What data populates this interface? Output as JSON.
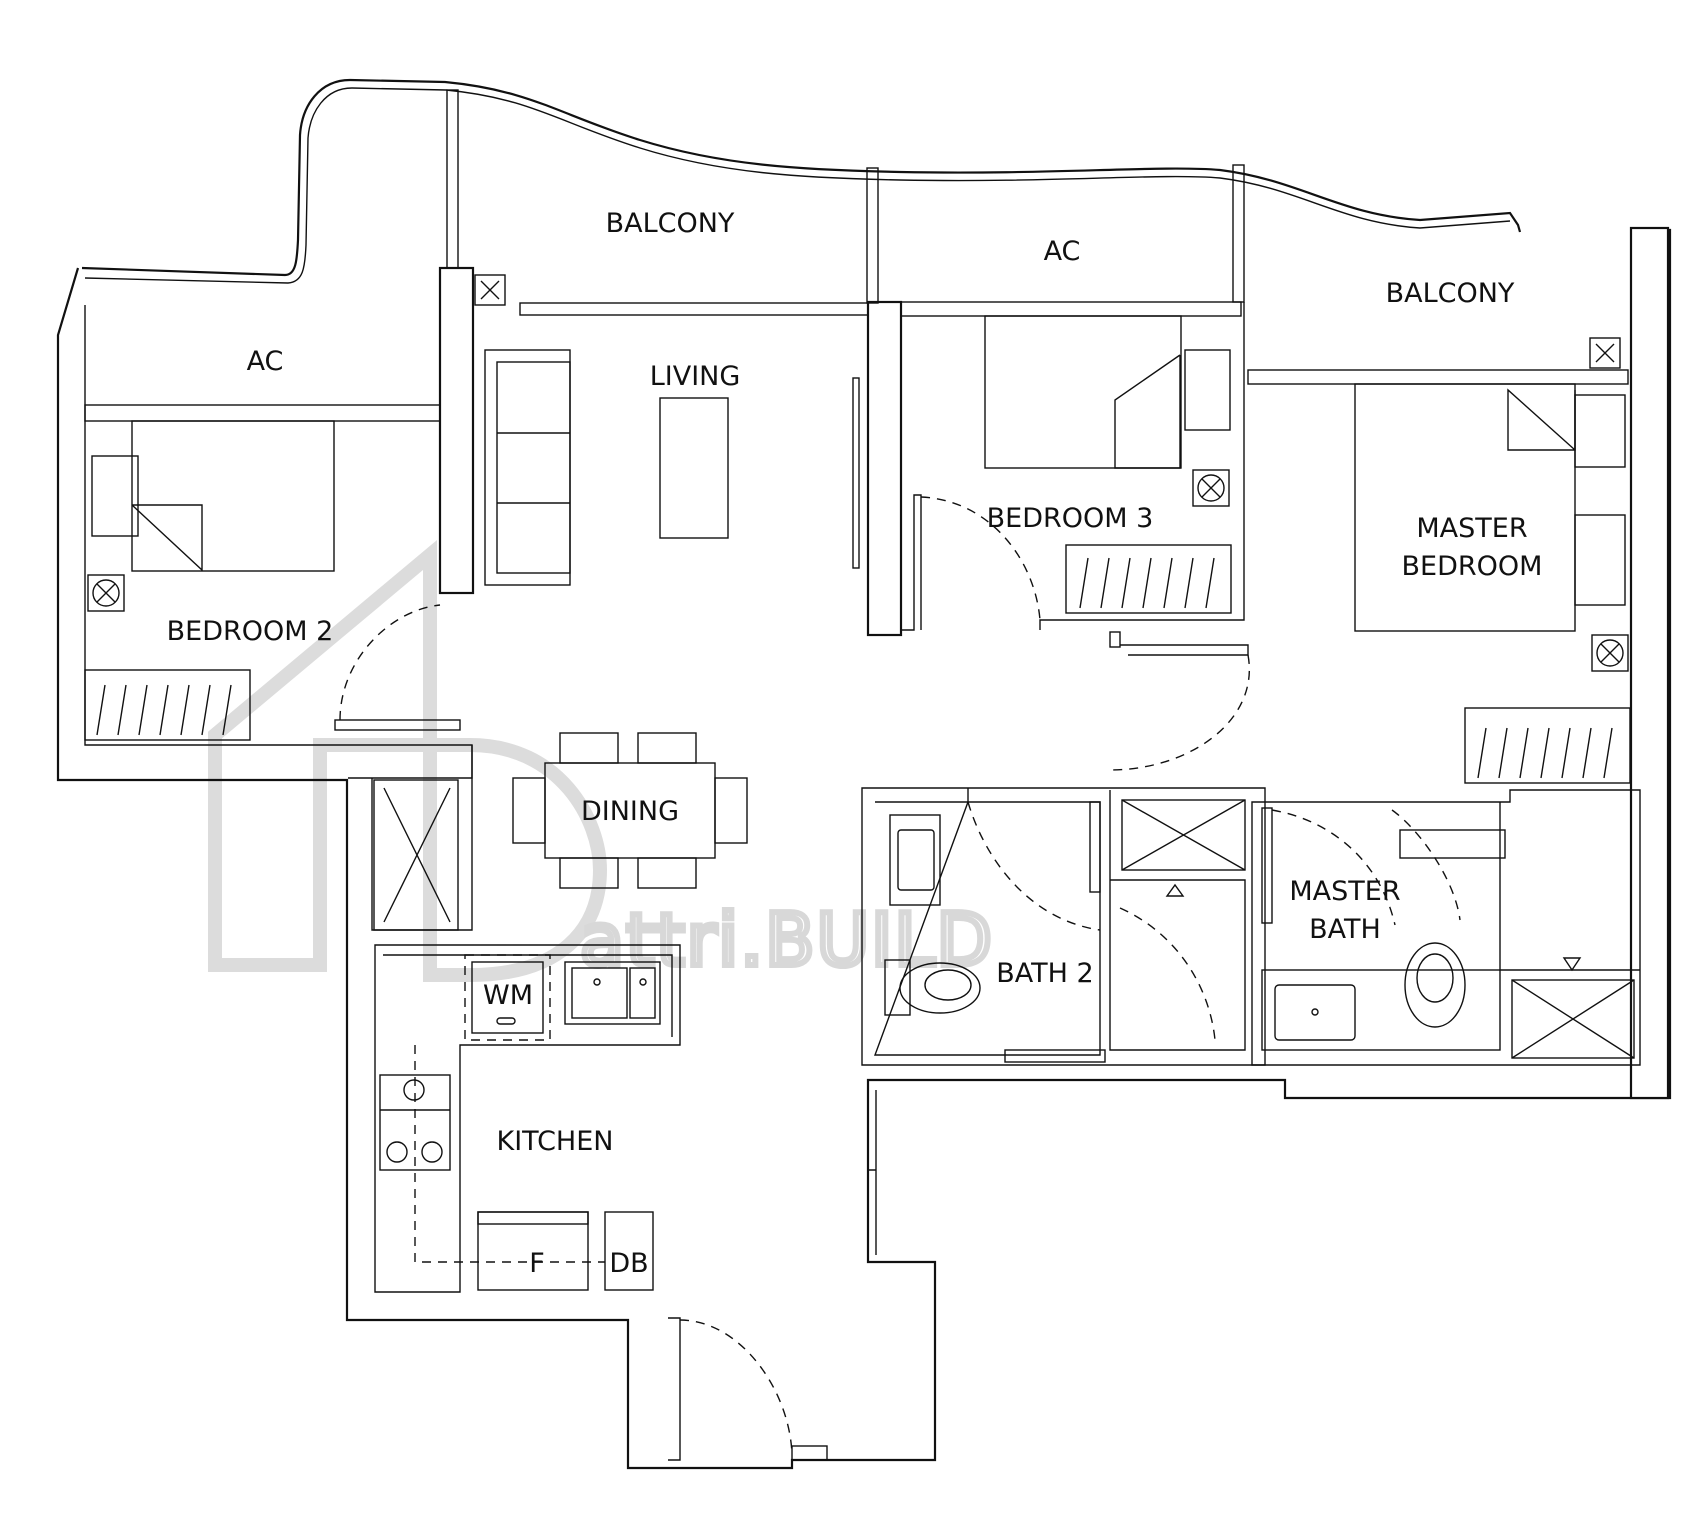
{
  "rooms": {
    "balcony_left": "BALCONY",
    "ac_center": "AC",
    "balcony_right": "BALCONY",
    "ac_left": "AC",
    "living": "LIVING",
    "bedroom3": "BEDROOM 3",
    "master_bedroom_line1": "MASTER",
    "master_bedroom_line2": "BEDROOM",
    "bedroom2": "BEDROOM 2",
    "dining": "DINING",
    "master_bath_line1": "MASTER",
    "master_bath_line2": "BATH",
    "bath2": "BATH 2",
    "kitchen": "KITCHEN"
  },
  "fixtures": {
    "washing_machine": "WM",
    "fridge": "F",
    "distribution_board": "DB"
  },
  "watermark": {
    "text": "attri.BUILD"
  }
}
